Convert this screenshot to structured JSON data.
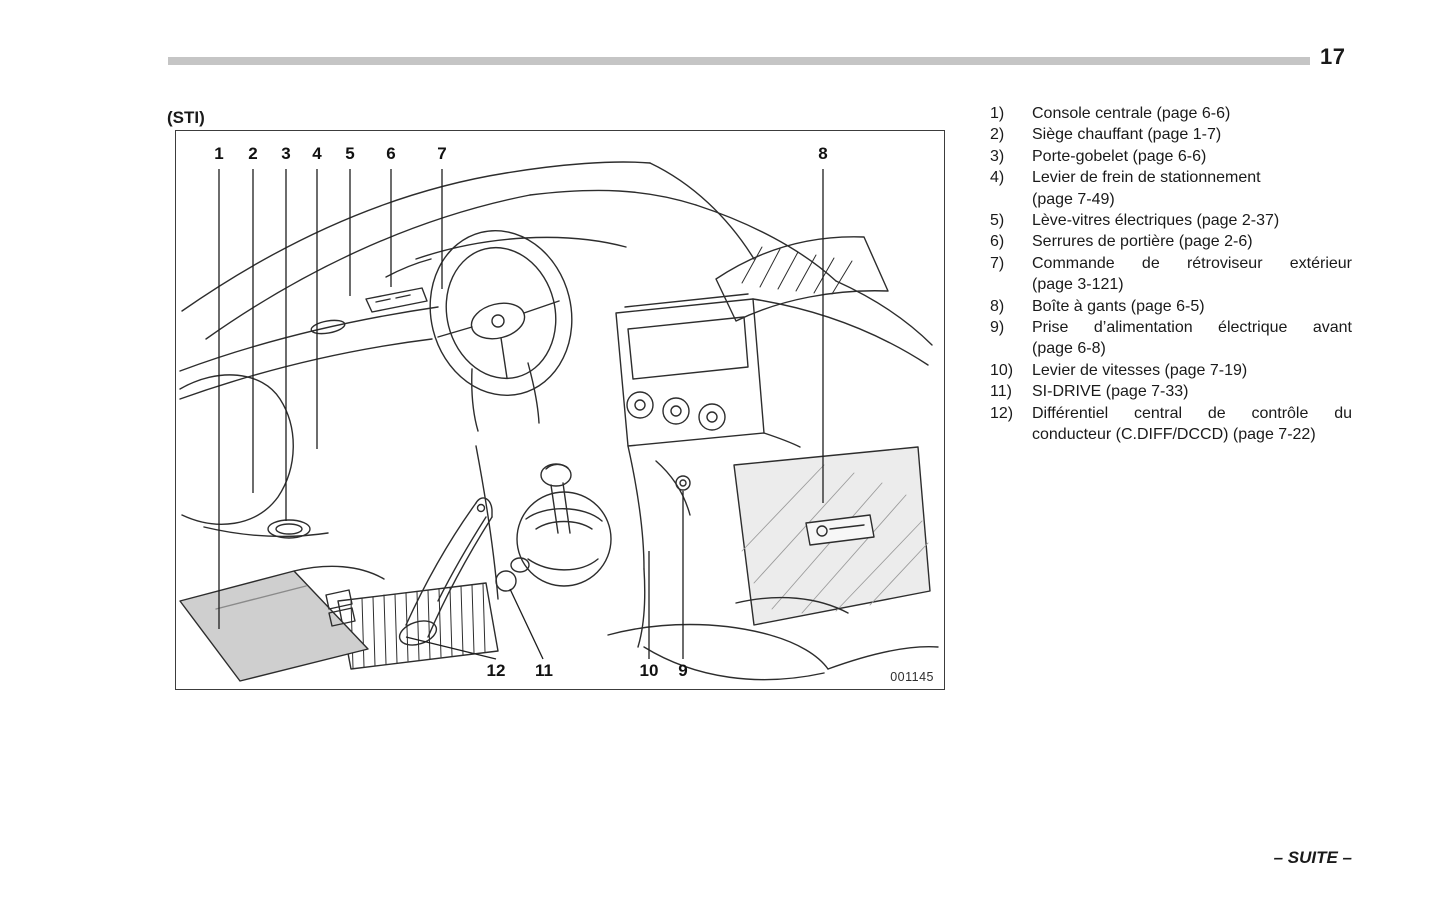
{
  "page": {
    "number": "17",
    "footer_label": "– SUITE –"
  },
  "figure": {
    "variant_label": "(STI)",
    "image_code": "001145",
    "callouts_top": [
      "1",
      "2",
      "3",
      "4",
      "5",
      "6",
      "7",
      "8"
    ],
    "callouts_bottom": [
      "12",
      "11",
      "10",
      "9"
    ]
  },
  "legend": {
    "items": [
      {
        "num": "1)",
        "lines": [
          "Console centrale (page 6-6)"
        ]
      },
      {
        "num": "2)",
        "lines": [
          "Siège chauffant (page 1-7)"
        ]
      },
      {
        "num": "3)",
        "lines": [
          "Porte-gobelet (page 6-6)"
        ]
      },
      {
        "num": "4)",
        "lines": [
          "Levier de frein de stationnement",
          "(page 7-49)"
        ]
      },
      {
        "num": "5)",
        "lines": [
          "Lève-vitres électriques (page 2-37)"
        ]
      },
      {
        "num": "6)",
        "lines": [
          "Serrures de portière (page 2-6)"
        ]
      },
      {
        "num": "7)",
        "lines": [
          "Commande de rétroviseur extérieur",
          "(page 3-121)"
        ]
      },
      {
        "num": "8)",
        "lines": [
          "Boîte à gants (page 6-5)"
        ]
      },
      {
        "num": "9)",
        "lines": [
          "Prise d’alimentation électrique avant",
          "(page 6-8)"
        ]
      },
      {
        "num": "10)",
        "lines": [
          "Levier de vitesses (page 7-19)"
        ]
      },
      {
        "num": "11)",
        "lines": [
          "SI-DRIVE (page 7-33)"
        ]
      },
      {
        "num": "12)",
        "lines": [
          "Différentiel central de contrôle du",
          "conducteur (C.DIFF/DCCD) (page 7-22)"
        ]
      }
    ]
  }
}
